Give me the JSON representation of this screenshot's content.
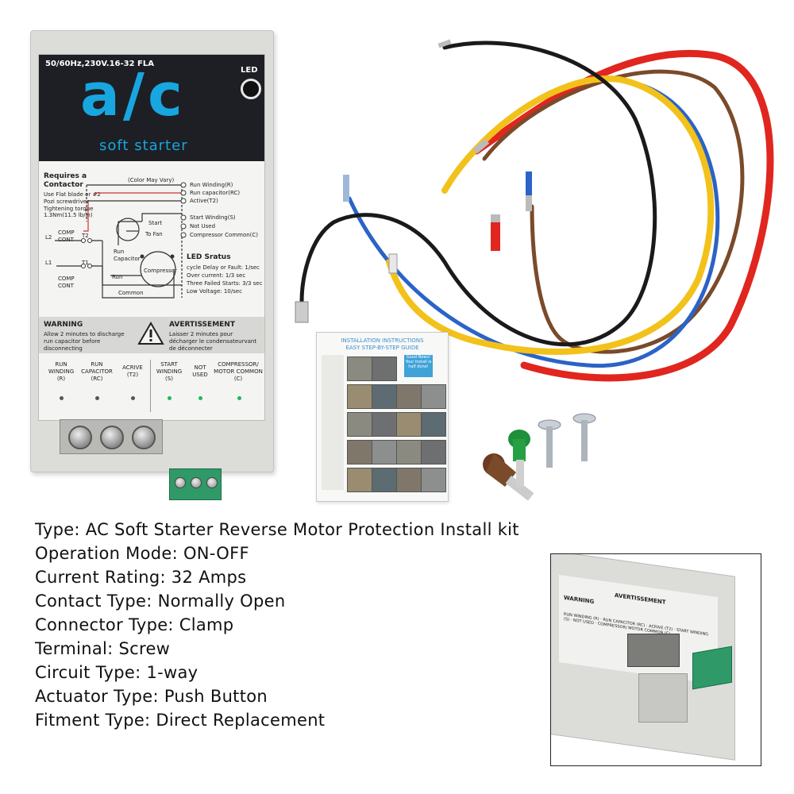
{
  "device": {
    "spec_line": "50/60Hz,230V.16-32 FLA",
    "led_label": "LED",
    "logo": "a/c",
    "logo_sub": "soft starter",
    "requires_title": "Requires a Contactor",
    "requires_text": "Use Flat blade or #2 Pozi screwdriver Tightening torque 1.3Nm(11.5 lb/in)",
    "color_note": "(Color May Vary)",
    "wires": [
      "Run Winding(R)",
      "Run capacitor(RC)",
      "Active(T2)",
      "Start Winding(S)",
      "Not Used",
      "Compressor Common(C)"
    ],
    "diagram_labels": {
      "l2": "L2",
      "l1": "L1",
      "t2": "T2",
      "t1": "T1",
      "comp_cont_top": "COMP CONT",
      "comp_cont_bottom": "COMP CONT",
      "start": "Start",
      "to_fan": "To Fan",
      "run_capacitor": "Run Capacitor",
      "compressor": "Compressor",
      "run": "Run",
      "common": "Common"
    },
    "led_status_title": "LED Sratus",
    "led_status_lines": [
      "cycle Delay or Fault: 1/sec",
      "Over current: 1/3 sec",
      "Three Failed Starts: 3/3 sec",
      "Low Voltage: 10/sec"
    ],
    "warning_title": "WARNING",
    "warning_text": "Allow 2 minutes to discharge run capacitor before disconnecting",
    "avert_title": "AVERTISSEMENT",
    "avert_text": "Laisser 2 minutes pour décharger le condensateurvant de déconnecter",
    "terminals": [
      {
        "label": "RUN WINDING",
        "code": "(R)"
      },
      {
        "label": "RUN CAPACITOR",
        "code": "(RC)"
      },
      {
        "label": "ACRIVE",
        "code": "(T2)"
      },
      {
        "label": "START WINDING",
        "code": "(S)"
      },
      {
        "label": "NOT USED",
        "code": ""
      },
      {
        "label": "COMPRESSOR/ MOTOR COMMON",
        "code": "(C)"
      }
    ]
  },
  "booklet": {
    "title": "INSTALLATION INSTRUCTIONS",
    "subtitle": "EASY STEP-BY-STEP GUIDE",
    "badge": "Good News! Your install is half done!"
  },
  "specs": [
    "Type: AC Soft Starter Reverse Motor Protection Install kit",
    "Operation Mode: ON-OFF",
    "Current Rating: 32 Amps",
    "Contact Type: Normally Open",
    "Connector Type: Clamp",
    "Terminal: Screw",
    "Circuit Type:  1-way",
    "Actuator Type:  Push Button",
    "Fitment Type: Direct Replacement"
  ],
  "inset": {
    "warning_title": "WARNING",
    "avert_title": "AVERTISSEMENT",
    "terminal_labels": [
      "RUN WINDING (R)",
      "RUN CAPACITOR (RC)",
      "ACRIVE (T2)",
      "START WINDING (S)",
      "NOT USED",
      "COMPRESSOR/ MOTOR COMMON (C)"
    ]
  },
  "colors": {
    "accent": "#18a6e0",
    "led_green": "#1fb75f",
    "wire_red": "#e0261f",
    "wire_blue": "#2b63c6",
    "wire_yellow": "#f2c21b",
    "wire_brown": "#7a4a2a",
    "wire_black": "#1a1a1a",
    "connector_green": "#2f9a68"
  }
}
